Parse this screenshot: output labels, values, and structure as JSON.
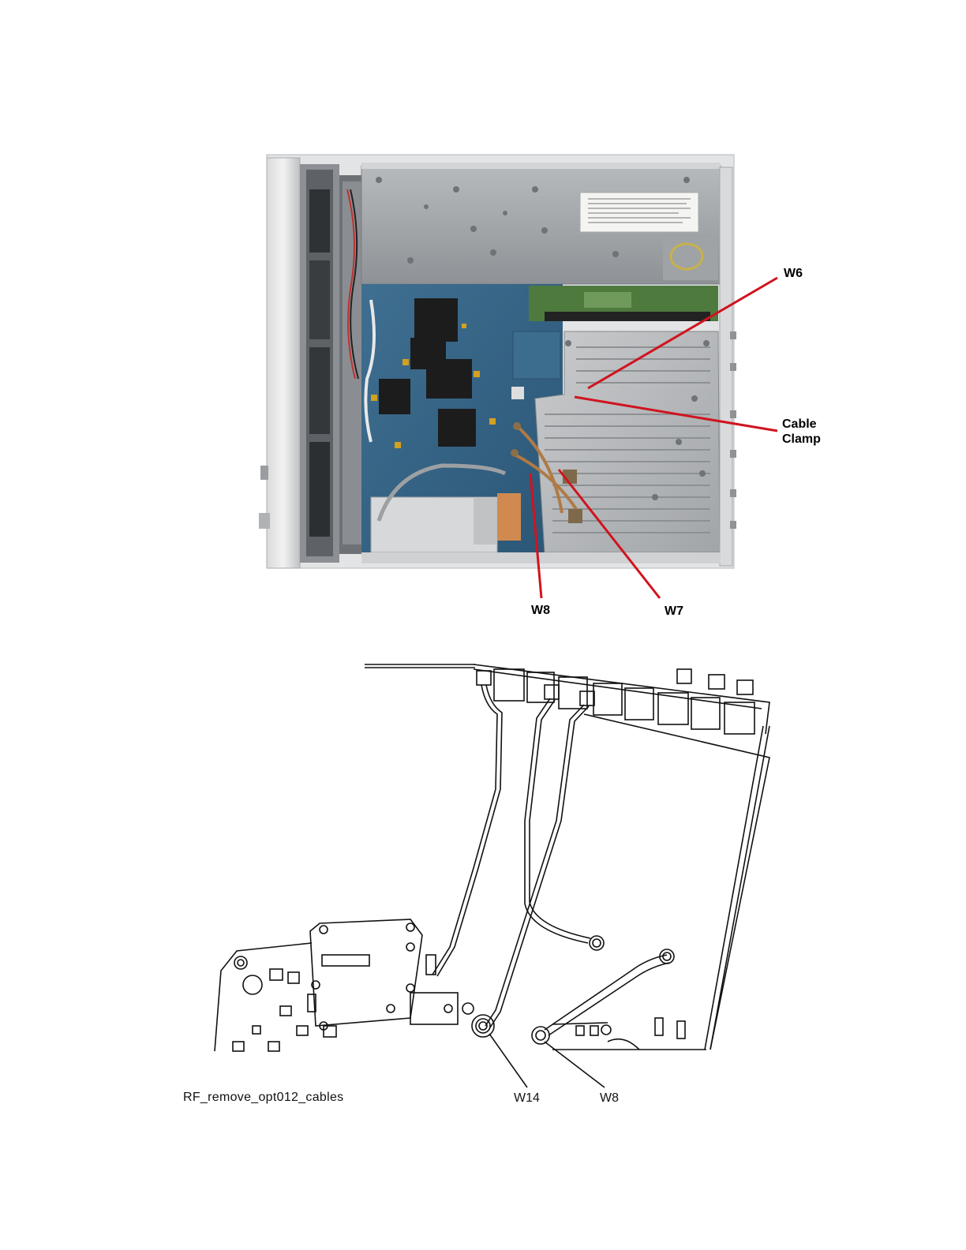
{
  "photo": {
    "labels": {
      "w6": "W6",
      "cable_clamp_line1": "Cable",
      "cable_clamp_line2": "Clamp",
      "w8": "W8",
      "w7": "W7"
    },
    "leader_color": "#d0141e"
  },
  "drawing": {
    "labels": {
      "w14": "W14",
      "w8": "W8"
    },
    "caption": "RF_remove_opt012_cables"
  }
}
